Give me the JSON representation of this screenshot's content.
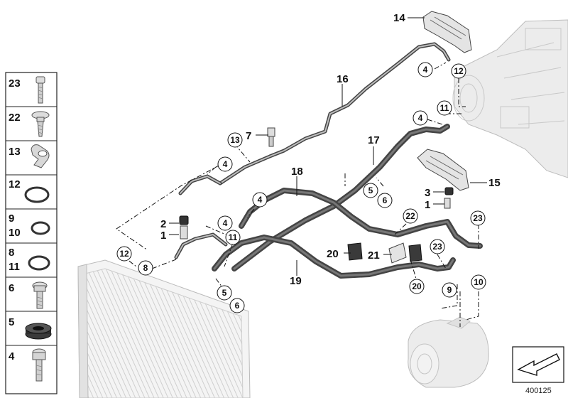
{
  "legend": {
    "cells": [
      {
        "labels": [
          "23"
        ],
        "icon": "hex-socket-bolt-icon"
      },
      {
        "labels": [
          "22"
        ],
        "icon": "flange-screw-icon"
      },
      {
        "labels": [
          "13"
        ],
        "icon": "hose-clip-icon"
      },
      {
        "labels": [
          "12"
        ],
        "icon": "o-ring-icon"
      },
      {
        "labels": [
          "9",
          "10"
        ],
        "icon": "o-ring-icon"
      },
      {
        "labels": [
          "8",
          "11"
        ],
        "icon": "o-ring-icon"
      },
      {
        "labels": [
          "6"
        ],
        "icon": "torx-bolt-icon"
      },
      {
        "labels": [
          "5"
        ],
        "icon": "rubber-grommet-icon"
      },
      {
        "labels": [
          "4"
        ],
        "icon": "torx-bolt-short-icon"
      }
    ]
  },
  "callouts": {
    "c14": "14",
    "c16": "16",
    "c7": "7",
    "c17": "17",
    "c18": "18",
    "c15": "15",
    "c3": "3",
    "c1a": "1",
    "c2": "2",
    "c1b": "1",
    "c20": "20",
    "c21": "21",
    "c19": "19"
  },
  "circled": {
    "o4a": "4",
    "o12a": "12",
    "o4b": "4",
    "o11a": "11",
    "o13": "13",
    "o4c": "4",
    "o5a": "5",
    "o6a": "6",
    "o4d": "4",
    "o22": "22",
    "o23a": "23",
    "o4e": "4",
    "o11b": "11",
    "o12b": "12",
    "o8": "8",
    "o23b": "23",
    "o5b": "5",
    "o6b": "6",
    "o20": "20",
    "o9": "9",
    "o10": "10"
  },
  "footer": {
    "ref": "400125"
  },
  "colors": {
    "hose": "#4a4a4a",
    "line": "#111111",
    "part_light": "#e6e6e6"
  }
}
